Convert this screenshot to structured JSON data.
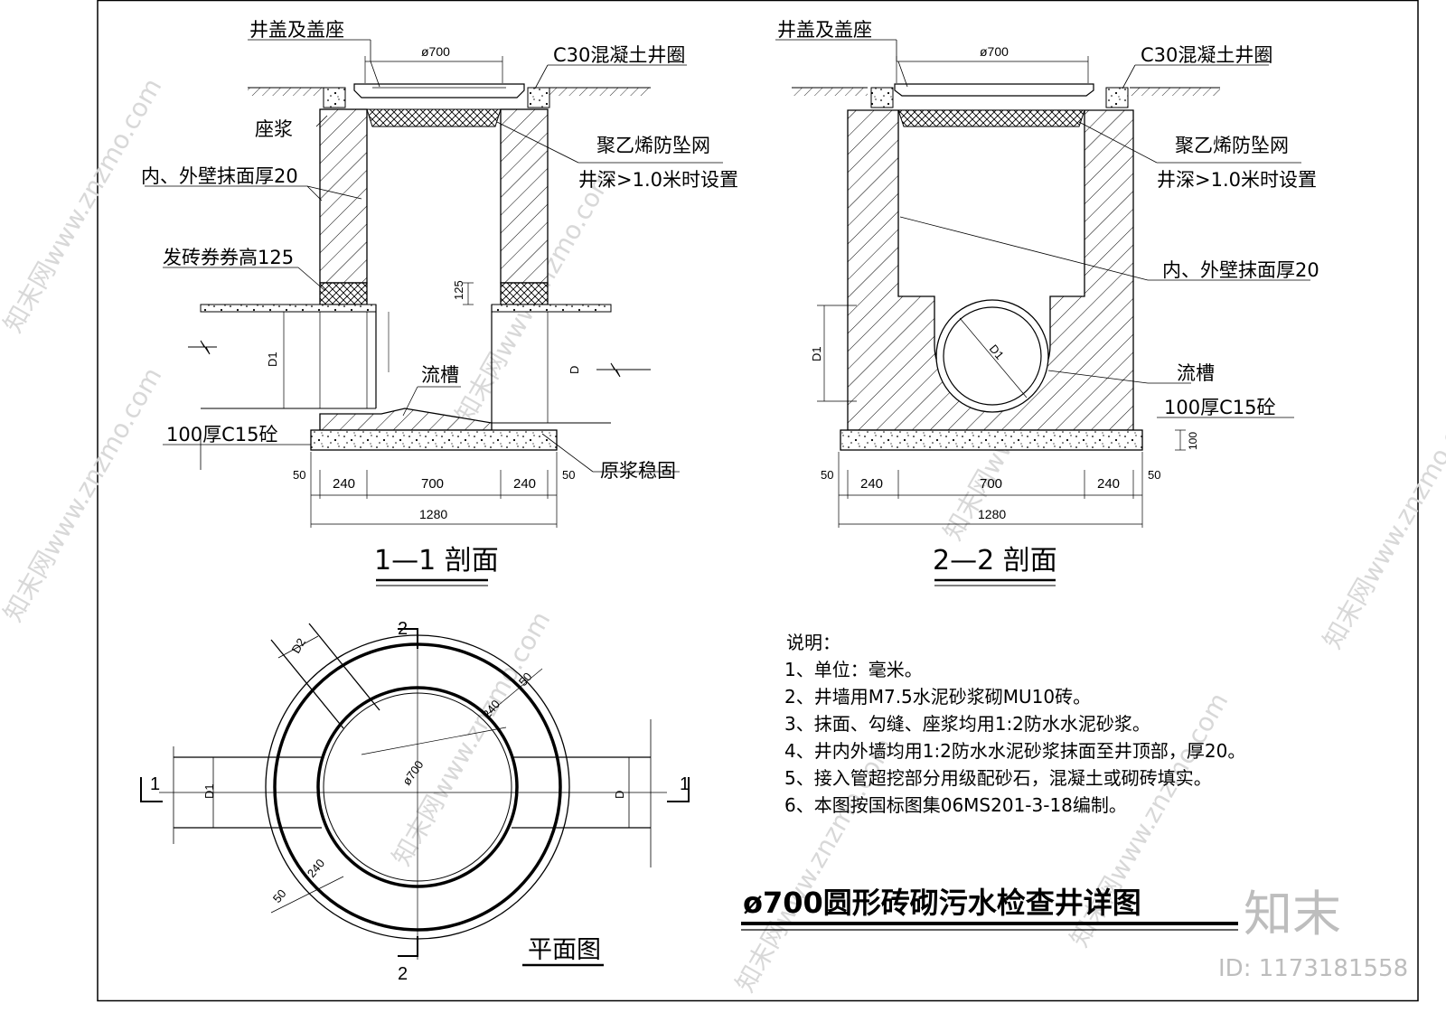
{
  "section11": {
    "label_cover": "井盖及盖座",
    "label_ring": "C30混凝土井圈",
    "label_dia": "ø700",
    "label_mortar": "座浆",
    "label_plaster": "内、外壁抹面厚20",
    "label_net": "聚乙烯防坠网",
    "label_net_cond": "井深>1.0米时设置",
    "label_arch": "发砖券券高125",
    "label_arch_dim": "125",
    "label_d1": "D1",
    "label_d": "D",
    "label_channel": "流槽",
    "label_base": "100厚C15砼",
    "label_fix": "原浆稳固",
    "dims": [
      "50",
      "240",
      "700",
      "240",
      "50"
    ],
    "total": "1280",
    "title": "1—1 剖面"
  },
  "section22": {
    "label_cover": "井盖及盖座",
    "label_ring": "C30混凝土井圈",
    "label_dia": "ø700",
    "label_net": "聚乙烯防坠网",
    "label_net_cond": "井深>1.0米时设置",
    "label_plaster": "内、外壁抹面厚20",
    "label_channel": "流槽",
    "label_base": "100厚C15砼",
    "label_d1": "D1",
    "label_d1_pipe": "D1",
    "label_100": "100",
    "dims": [
      "50",
      "240",
      "700",
      "240",
      "50"
    ],
    "total": "1280",
    "title": "2—2 剖面"
  },
  "plan": {
    "cut2_top": "2",
    "cut2_bottom": "2",
    "cut1_left": "1",
    "cut1_right": "1",
    "label_d2": "D2",
    "label_d1": "D1",
    "label_d": "D",
    "label_dia": "ø700",
    "dim_240_a": "240",
    "dim_50_a": "50",
    "dim_240_b": "240",
    "dim_50_b": "50",
    "title": "平面图"
  },
  "notes": {
    "heading": "说明：",
    "items": [
      "1、单位：毫米。",
      "2、井墙用M7.5水泥砂浆砌MU10砖。",
      "3、抹面、勾缝、座浆均用1:2防水水泥砂浆。",
      "4、井内外墙均用1:2防水水泥砂浆抹面至井顶部，厚20。",
      "5、接入管超挖部分用级配砂石，混凝土或砌砖填实。",
      "6、本图按国标图集06MS201-3-18编制。"
    ]
  },
  "main_title": "ø700圆形砖砌污水检查井详图",
  "watermark": {
    "logo": "知末",
    "id": "ID: 1173181558",
    "repeat": "知末网www.znzmo.com"
  }
}
